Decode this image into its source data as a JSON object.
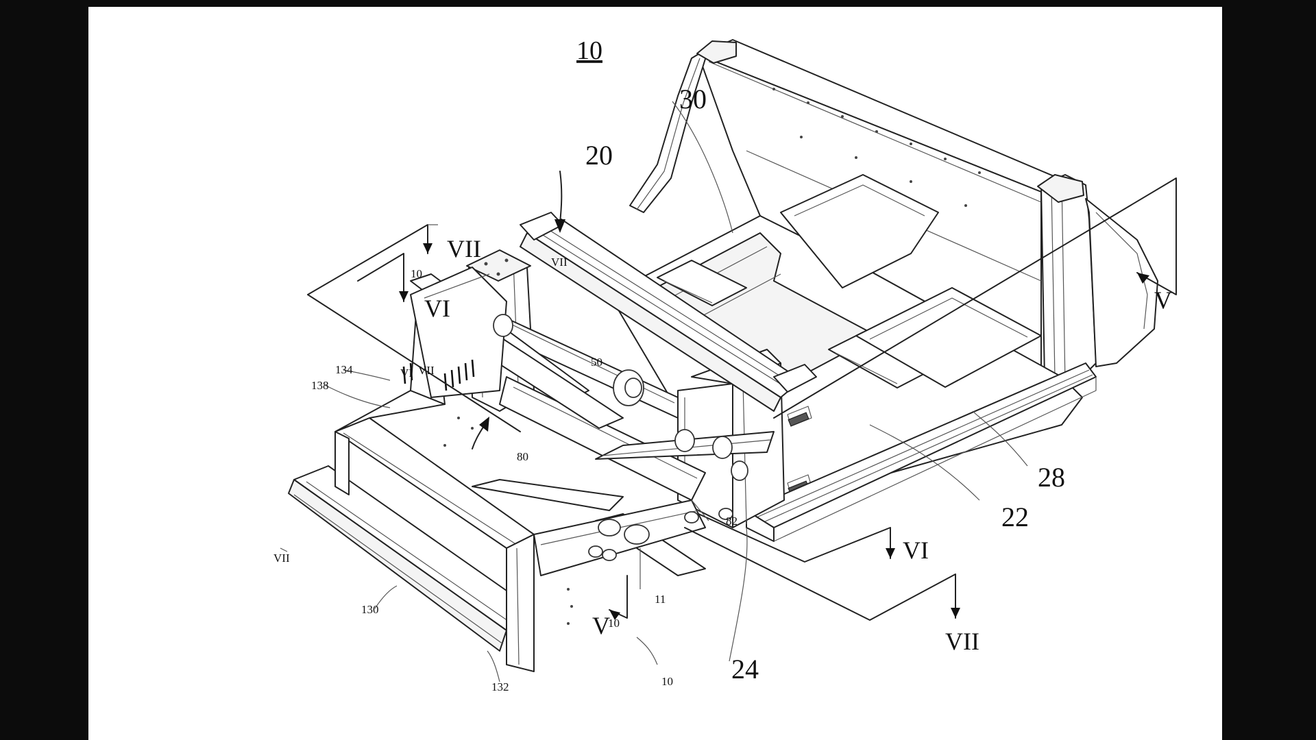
{
  "figure": {
    "figure_number": "10",
    "reference_labels": {
      "r30": "30",
      "r20": "20",
      "r28": "28",
      "r22": "22",
      "r24": "24",
      "r50": "50",
      "r80": "80",
      "r82": "82",
      "r11": "11",
      "r10_inline": "10",
      "r10_bottom": "10",
      "r130": "130",
      "r132": "132",
      "r134": "134",
      "r138": "138",
      "r10_small": "10"
    },
    "section_markers": {
      "vii_top": "VII",
      "vi_top": "VI",
      "vii_left": "VII",
      "v_right": "V",
      "v_bottom": "V",
      "vi_bottom": "VI",
      "vii_bottom": "VII",
      "vii_small": "VII",
      "vi_small": "VI",
      "vii_inner": "VII"
    }
  }
}
